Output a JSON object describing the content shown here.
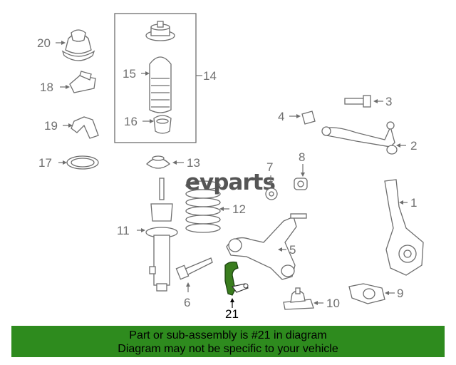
{
  "logo_text": "evparts",
  "callouts": {
    "c1": "1",
    "c2": "2",
    "c3": "3",
    "c4": "4",
    "c5": "5",
    "c6": "6",
    "c7": "7",
    "c8": "8",
    "c9": "9",
    "c10": "10",
    "c11": "11",
    "c12": "12",
    "c13": "13",
    "c14": "14",
    "c15": "15",
    "c16": "16",
    "c17": "17",
    "c18": "18",
    "c19": "19",
    "c20": "20",
    "c21": "21"
  },
  "highlight": {
    "part_number": "21",
    "color": "#3a7d1e"
  },
  "banner": {
    "line1": "Part or sub-assembly is #21 in diagram",
    "line2": "Diagram may not be specific to your vehicle",
    "color": "#2e8b1e"
  }
}
